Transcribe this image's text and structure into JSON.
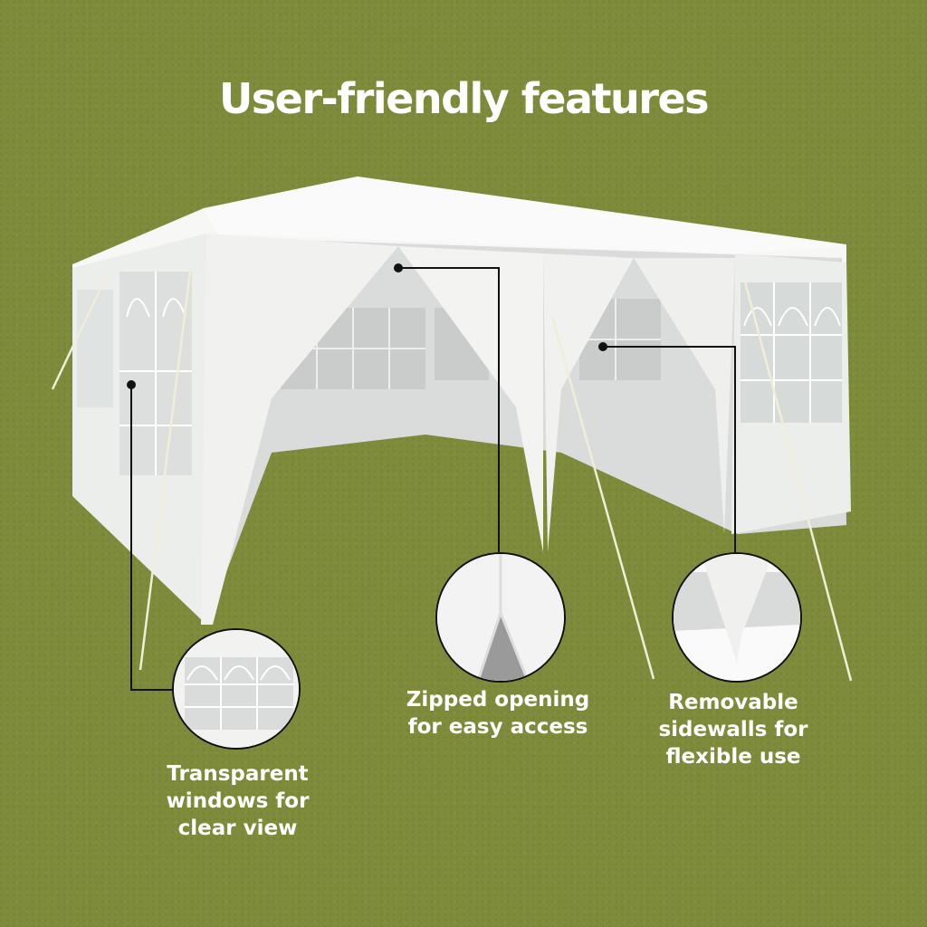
{
  "title": "User-friendly features",
  "colors": {
    "background": "#7e8b3a",
    "text": "#ffffff",
    "callout_line": "#111111",
    "tent": "#f3f3f1"
  },
  "features": [
    {
      "id": "windows",
      "lines": [
        "Transparent",
        "windows for",
        "clear view"
      ],
      "icon": "window-zoom"
    },
    {
      "id": "zipper",
      "lines": [
        "Zipped opening",
        "for easy access"
      ],
      "icon": "zipper-zoom"
    },
    {
      "id": "sidewalls",
      "lines": [
        "Removable",
        "sidewalls for",
        "flexible use"
      ],
      "icon": "sidewall-zoom"
    }
  ]
}
